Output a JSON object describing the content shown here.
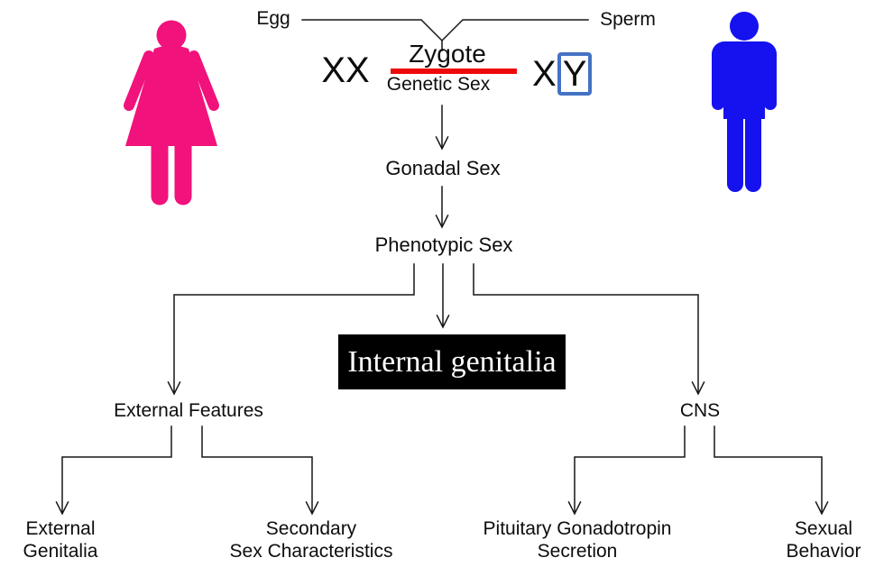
{
  "labels": {
    "egg": "Egg",
    "sperm": "Sperm",
    "zygote": "Zygote",
    "female_genotype": "XX",
    "male_genotype_x": "X",
    "male_genotype_y": "Y",
    "genetic_sex": "Genetic Sex",
    "gonadal_sex": "Gonadal Sex",
    "phenotypic_sex": "Phenotypic Sex",
    "internal_genitalia": "Internal genitalia",
    "external_features": "External Features",
    "cns": "CNS",
    "external_genitalia": {
      "line1": "External",
      "line2": "Genitalia"
    },
    "secondary_sex_characteristics": {
      "line1": "Secondary",
      "line2": "Sex Characteristics"
    },
    "pituitary_gonadotropin_secretion": {
      "line1": "Pituitary Gonadotropin",
      "line2": "Secretion"
    },
    "sexual_behavior": {
      "line1": "Sexual",
      "line2": "Behavior"
    }
  },
  "colors": {
    "female_icon": "#f1127c",
    "male_icon": "#1512ef",
    "zygote_underline": "#ee0a0a",
    "y_box_border": "#4472c4",
    "internal_genitalia_bg": "#000000",
    "internal_genitalia_text": "#ffffff",
    "connector": "#161616"
  },
  "icons": {
    "female": "female-figure-icon",
    "male": "male-figure-icon"
  }
}
